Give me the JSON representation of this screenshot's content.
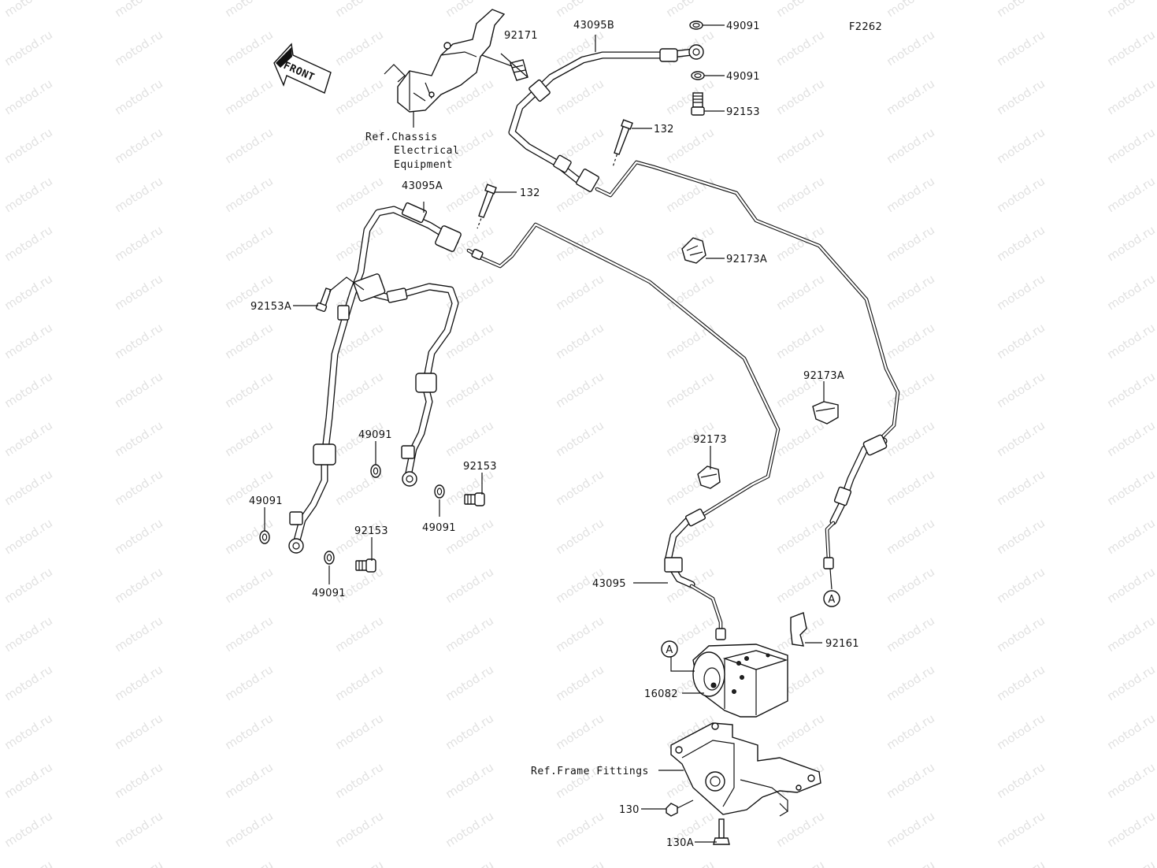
{
  "figure_code": "F2262",
  "direction_arrow": "FRONT",
  "watermark": "motod.ru",
  "ref_notes": {
    "chassis_line1": "Ref.Chassis",
    "chassis_line2": "Electrical",
    "chassis_line3": "Equipment",
    "frame": "Ref.Frame Fittings"
  },
  "callouts": {
    "p92171": "92171",
    "p43095B": "43095B",
    "p49091_top1": "49091",
    "p49091_top2": "49091",
    "p92153_top": "92153",
    "p132_a": "132",
    "p43095A": "43095A",
    "p132_b": "132",
    "p92173A_a": "92173A",
    "p92153A": "92153A",
    "p92173A_b": "92173A",
    "p92173": "92173",
    "p49091_m1": "49091",
    "p92153_m1": "92153",
    "p49091_m2": "49091",
    "p49091_l1": "49091",
    "p92153_l1": "92153",
    "p49091_l2": "49091",
    "p43095": "43095",
    "p92161": "92161",
    "p16082": "16082",
    "p130": "130",
    "p130A": "130A"
  },
  "connector_marks": {
    "a_upper": "A",
    "a_lower": "A"
  }
}
